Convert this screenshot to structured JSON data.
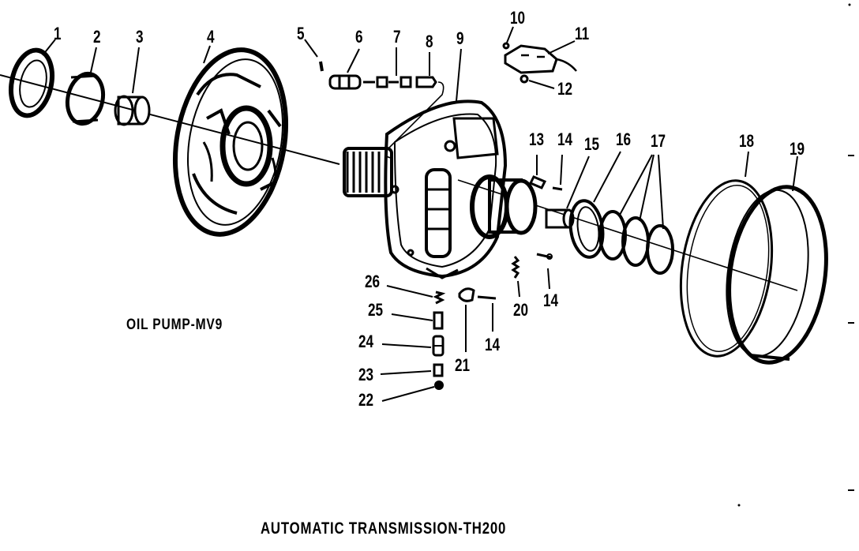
{
  "diagram_label": "OIL PUMP-MV9",
  "title": "AUTOMATIC TRANSMISSION-TH200",
  "callouts": [
    "1",
    "2",
    "3",
    "4",
    "5",
    "6",
    "7",
    "8",
    "9",
    "10",
    "11",
    "12",
    "13",
    "14",
    "14",
    "14",
    "15",
    "16",
    "17",
    "18",
    "19",
    "20",
    "21",
    "22",
    "23",
    "24",
    "25",
    "26"
  ],
  "colors": {
    "ink": "#000000",
    "paper": "#ffffff"
  }
}
